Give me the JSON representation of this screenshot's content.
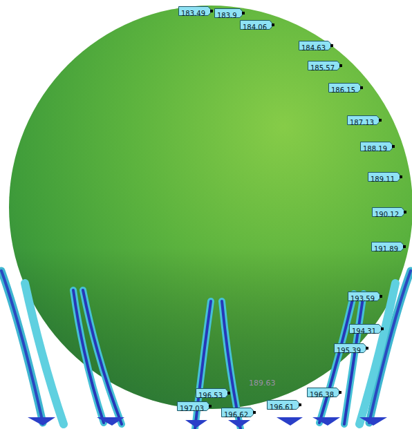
{
  "diagram": {
    "labels": [
      "183.49",
      "183.9",
      "184.06",
      "184.63",
      "185.57",
      "186.15",
      "187.13",
      "188.19",
      "189.11",
      "190.12",
      "191.89",
      "193.59",
      "194.31",
      "195.39",
      "196.38",
      "196.61",
      "196.53",
      "197.03",
      "196.62",
      "189.63"
    ]
  }
}
